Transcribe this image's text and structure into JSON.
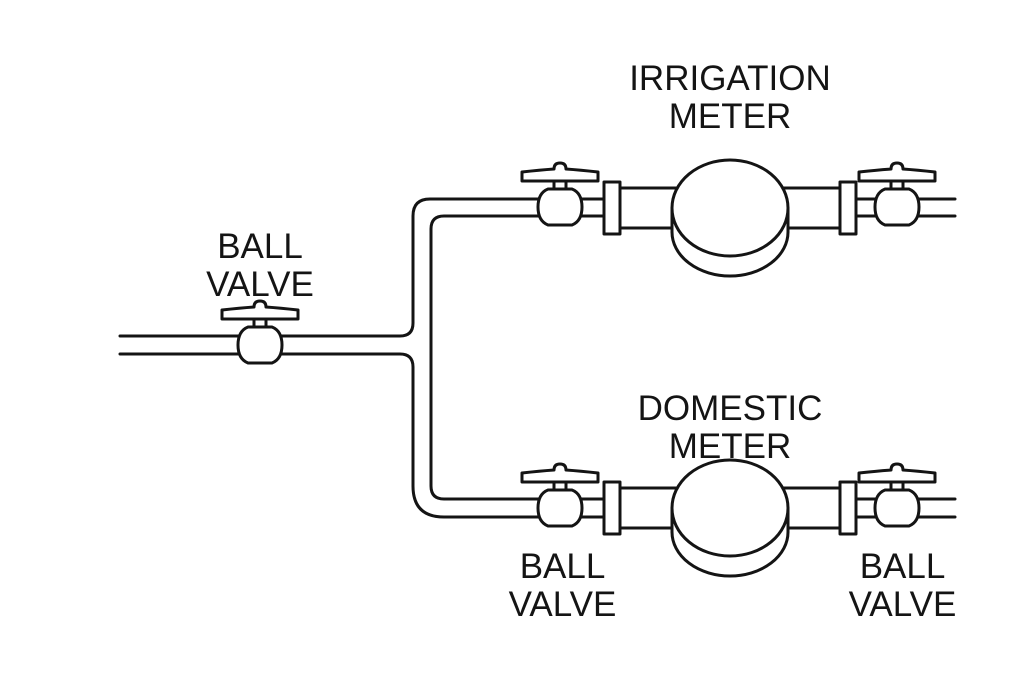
{
  "diagram": {
    "title": "Irrigation and domestic water meter piping layout",
    "colors": {
      "line": "#141414",
      "background": "#ffffff"
    },
    "labels": {
      "main_valve": {
        "line1": "BALL",
        "line2": "VALVE"
      },
      "irrigation_meter": {
        "line1": "IRRIGATION",
        "line2": "METER"
      },
      "domestic_meter": {
        "line1": "DOMESTIC",
        "line2": "METER"
      },
      "domestic_valve_left": {
        "line1": "BALL",
        "line2": "VALVE"
      },
      "domestic_valve_right": {
        "line1": "BALL",
        "line2": "VALVE"
      }
    },
    "components": [
      {
        "id": "main-ball-valve",
        "type": "ball-valve",
        "line": "main"
      },
      {
        "id": "tee-branch",
        "type": "tee",
        "line": "main"
      },
      {
        "id": "irrigation-inlet-valve",
        "type": "ball-valve",
        "line": "irrigation"
      },
      {
        "id": "irrigation-meter",
        "type": "meter",
        "line": "irrigation"
      },
      {
        "id": "irrigation-outlet-valve",
        "type": "ball-valve",
        "line": "irrigation"
      },
      {
        "id": "domestic-inlet-valve",
        "type": "ball-valve",
        "line": "domestic"
      },
      {
        "id": "domestic-meter",
        "type": "meter",
        "line": "domestic"
      },
      {
        "id": "domestic-outlet-valve",
        "type": "ball-valve",
        "line": "domestic"
      }
    ]
  }
}
